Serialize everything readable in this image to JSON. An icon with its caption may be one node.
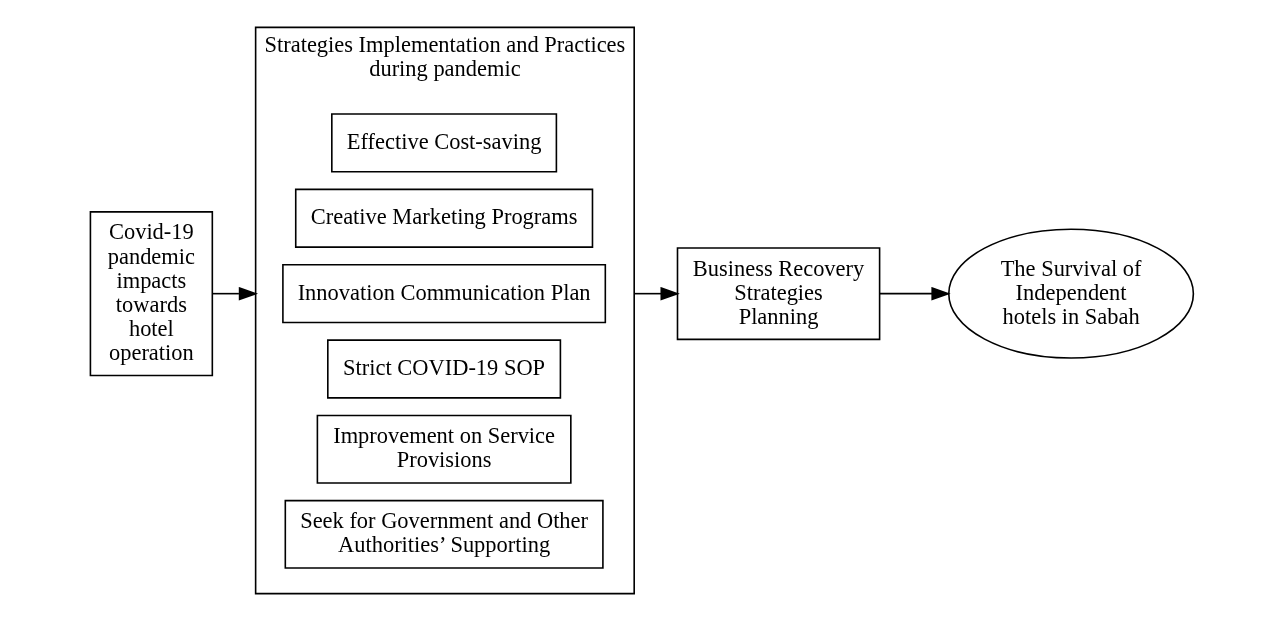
{
  "diagram": {
    "nodes": [
      {
        "text": [
          "Covid-19 pandemic impacts towards hotel operation"
        ]
      },
      {
        "text": [
          "Strategies Implementation and Practices during pandemic"
        ]
      },
      {
        "text": [
          "Effective Cost-saving"
        ],
        "in": 1
      },
      {
        "text": [
          "Creative Marketing Programs"
        ],
        "in": 1
      },
      {
        "text": [
          "Innovation Communication Plan"
        ],
        "in": 1
      },
      {
        "text": [
          "Strict COVID-19 SOP"
        ],
        "in": 1
      },
      {
        "text": [
          "Improvement on Service Provisions"
        ],
        "in": 1
      },
      {
        "text": [
          "Seek for Government and Other Authorities’ Supporting"
        ],
        "in": 1
      },
      {
        "text": [
          "Business Recovery Strategies Planning"
        ]
      },
      {
        "text": [
          "The Survival of Independent hotels in Sabah"
        ]
      }
    ],
    "edges": [
      {
        "from": 0,
        "to": 1,
        "arrow": "to"
      },
      {
        "from": 1,
        "to": 8,
        "arrow": "to"
      },
      {
        "from": 8,
        "to": 9,
        "arrow": "to"
      }
    ]
  }
}
